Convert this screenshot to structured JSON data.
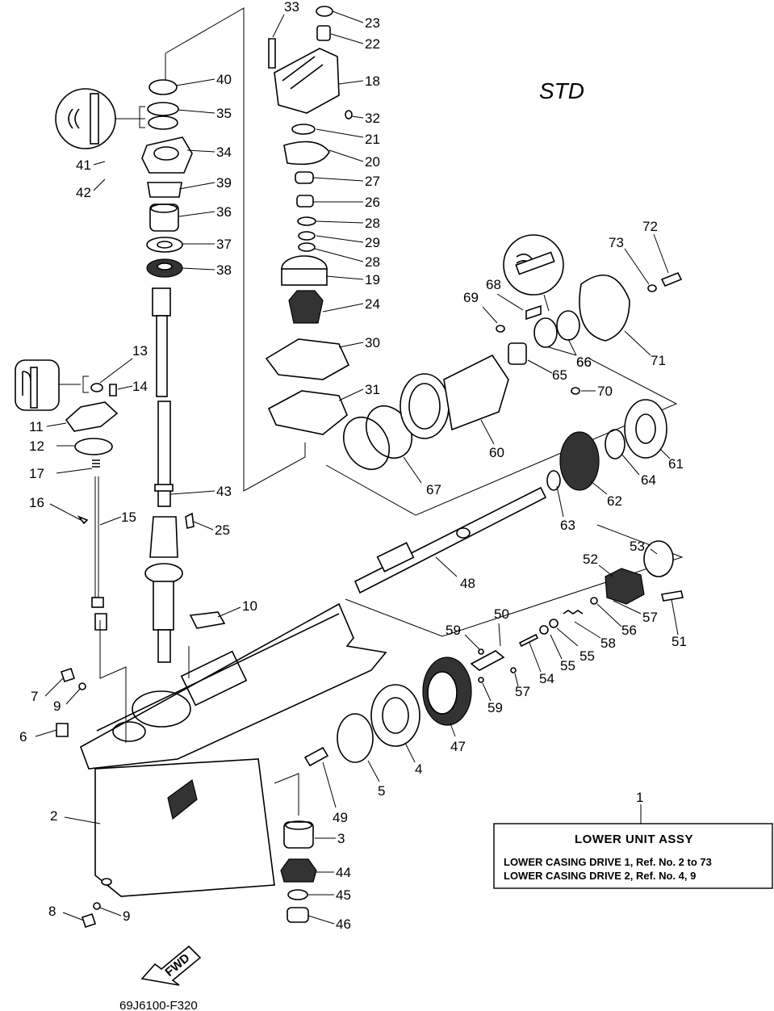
{
  "diagram": {
    "variant_label": "STD",
    "drawing_code": "69J6100-F320",
    "fwd_label": "FWD",
    "assembly": {
      "ref": "1",
      "title": "LOWER UNIT ASSY",
      "lines": [
        "LOWER CASING DRIVE 1,  Ref. No. 2 to 73",
        "LOWER CASING DRIVE 2,  Ref. No. 4, 9"
      ]
    },
    "callouts": [
      "2",
      "3",
      "4",
      "5",
      "6",
      "7",
      "8",
      "9",
      "9",
      "10",
      "11",
      "12",
      "13",
      "14",
      "15",
      "16",
      "17",
      "18",
      "19",
      "20",
      "21",
      "22",
      "23",
      "24",
      "25",
      "26",
      "27",
      "28",
      "28",
      "29",
      "30",
      "31",
      "32",
      "33",
      "34",
      "35",
      "36",
      "37",
      "38",
      "39",
      "40",
      "41",
      "42",
      "43",
      "44",
      "45",
      "46",
      "47",
      "48",
      "49",
      "50",
      "51",
      "52",
      "53",
      "54",
      "55",
      "55",
      "56",
      "57",
      "57",
      "58",
      "59",
      "59",
      "60",
      "61",
      "62",
      "63",
      "64",
      "65",
      "66",
      "66",
      "67",
      "68",
      "69",
      "70",
      "71",
      "72",
      "73"
    ]
  }
}
